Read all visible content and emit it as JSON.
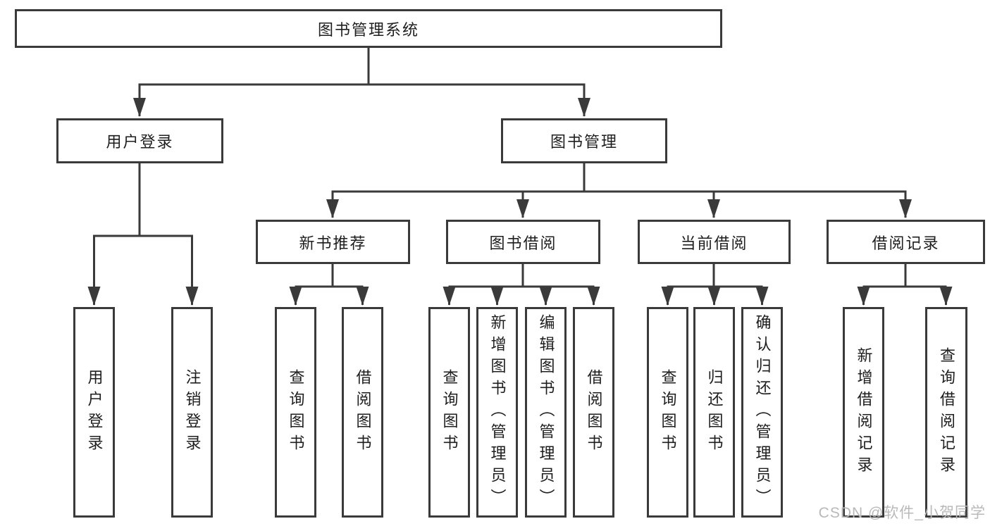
{
  "tree": {
    "root": {
      "label": "图书管理系统"
    },
    "branches": [
      {
        "label": "用户登录",
        "children": [
          "用户登录",
          "注销登录"
        ]
      },
      {
        "label": "图书管理",
        "sections": [
          {
            "label": "新书推荐",
            "children": [
              "查询图书",
              "借阅图书"
            ]
          },
          {
            "label": "图书借阅",
            "children": [
              "查询图书",
              "新增图书（管理员）",
              "编辑图书（管理员）",
              "借阅图书"
            ]
          },
          {
            "label": "当前借阅",
            "children": [
              "查询图书",
              "归还图书",
              "确认归还（管理员）"
            ]
          },
          {
            "label": "借阅记录",
            "children": [
              "新增借阅记录",
              "查询借阅记录"
            ]
          }
        ]
      }
    ]
  },
  "watermark": {
    "text": "CSDN @软件_小贺同学"
  },
  "colors": {
    "line": "#3a3a3a",
    "text": "#1e1e1e",
    "watermark": "#b9b9b9",
    "background": "#ffffff"
  }
}
